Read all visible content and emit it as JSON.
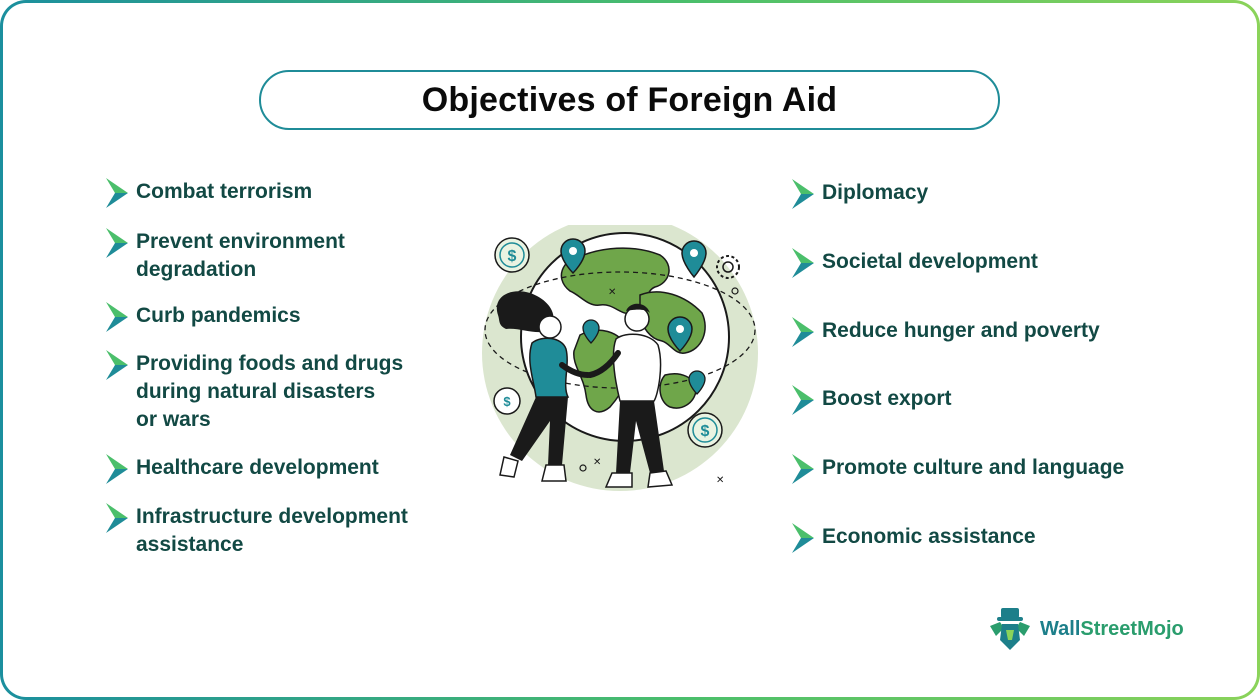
{
  "title": "Objectives of Foreign Aid",
  "left_items": [
    "Combat terrorism",
    "Prevent environment\ndegradation",
    "Curb pandemics",
    "Providing foods and drugs\nduring natural disasters\nor wars",
    "Healthcare development",
    "Infrastructure development\nassistance"
  ],
  "right_items": [
    "Diplomacy",
    "Societal development",
    "Reduce hunger and poverty",
    "Boost export",
    "Promote culture and language",
    "Economic assistance"
  ],
  "brand": {
    "part1": "Wall",
    "part2": "StreetMojo"
  },
  "colors": {
    "text": "#124944",
    "accent_teal": "#1f8c98",
    "accent_green": "#4bbf6b",
    "globe_land": "#6fa64a",
    "globe_sea": "#ffffff",
    "halo": "#dbe6cf"
  },
  "icons": [
    "arrow-bullet-icon",
    "globe-illustration",
    "dollar-coin-icon",
    "map-pin-icon",
    "gear-icon",
    "wallstreetmojo-logo-icon"
  ]
}
